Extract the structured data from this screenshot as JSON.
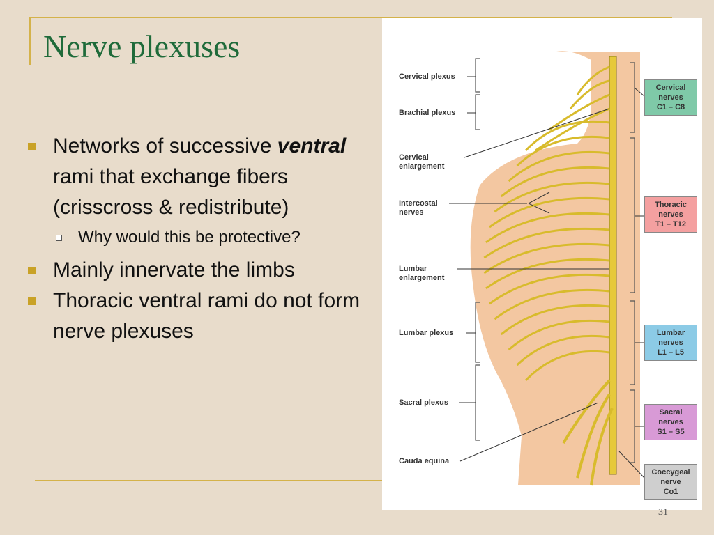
{
  "slide": {
    "title": "Nerve plexuses",
    "page_number": "31",
    "bullets": [
      {
        "pre": "Networks of successive ",
        "em": "ventral",
        "post": " rami that exchange fibers (crisscross & redistribute)"
      },
      {
        "sub": "Why would this be protective?"
      },
      {
        "text": "Mainly innervate the limbs"
      },
      {
        "text": "Thoracic ventral rami do not form nerve plexuses"
      }
    ]
  },
  "figure": {
    "left_labels": [
      "Cervical plexus",
      "Brachial plexus",
      "Cervical\nenlargement",
      "Intercostal\nnerves",
      "Lumbar\nenlargement",
      "Lumbar plexus",
      "Sacral plexus",
      "Cauda equina"
    ],
    "nerve_boxes": [
      {
        "title": "Cervical\nnerves",
        "range": "C1 – C8",
        "color": "#7fc9a8"
      },
      {
        "title": "Thoracic\nnerves",
        "range": "T1 – T12",
        "color": "#f4a0a0"
      },
      {
        "title": "Lumbar\nnerves",
        "range": "L1 – L5",
        "color": "#8ccbe6"
      },
      {
        "title": "Sacral\nnerves",
        "range": "S1 – S5",
        "color": "#d89ad6"
      },
      {
        "title": "Coccygeal\nnerve",
        "range": "Co1",
        "color": "#cfcfcf"
      }
    ],
    "colors": {
      "skin": "#f3c7a1",
      "nerve": "#e6c93a",
      "nerve_outline": "#8a7a1a"
    }
  }
}
